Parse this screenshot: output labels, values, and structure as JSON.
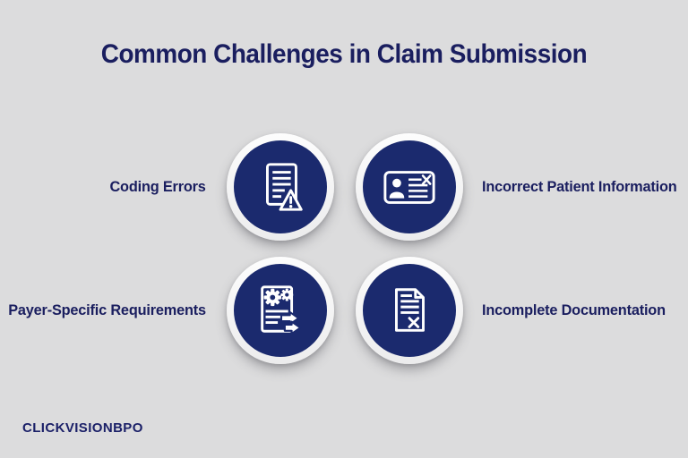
{
  "title": "Common Challenges in Claim Submission",
  "colors": {
    "background": "#dcdcdd",
    "circle_fill": "#1b2a6e",
    "circle_ring": "#f5f5f6",
    "text": "#1a1e5f",
    "icon_stroke": "#ffffff"
  },
  "items": [
    {
      "label": "Coding Errors",
      "icon": "document-warning-icon",
      "position": "top-left"
    },
    {
      "label": "Incorrect Patient Information",
      "icon": "id-card-error-icon",
      "position": "top-right"
    },
    {
      "label": "Payer-Specific Requirements",
      "icon": "document-gears-arrows-icon",
      "position": "bottom-left"
    },
    {
      "label": "Incomplete Documentation",
      "icon": "document-x-icon",
      "position": "bottom-right"
    }
  ],
  "footer": {
    "logo": "CLICKVISIONBPO"
  }
}
